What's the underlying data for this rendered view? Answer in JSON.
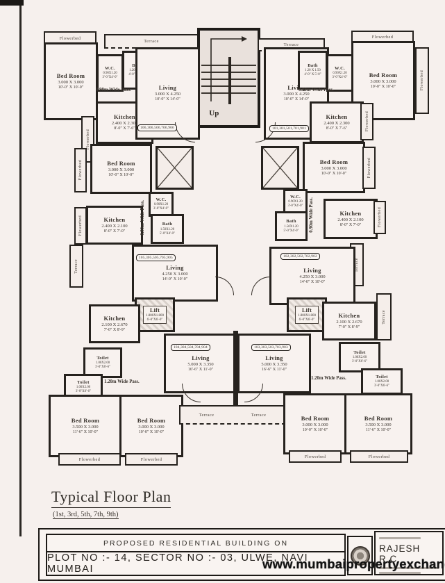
{
  "scan": {
    "watermark": "www.mumbaipropertyexchange.com"
  },
  "titles": {
    "plan_title": "Typical Floor Plan",
    "plan_floors": "(1st, 3rd, 5th, 7th, 9th)"
  },
  "title_block": {
    "line1": "PROPOSED RESIDENTIAL BUILDING ON",
    "line2": "PLOT NO :- 14, SECTOR NO :- 03, ULWE, NAVI MUMBAI",
    "firm": "RAJESH R.C."
  },
  "labels": {
    "flowerbed": "Flowerbed",
    "terrace": "Terrace",
    "pass090": "0.90m Wide Pass.",
    "pass120": "1.20m Wide Pass.",
    "up": "Up"
  },
  "rooms": {
    "bed10": {
      "name": "Bed Room",
      "m": "3.000 X 3.000",
      "ft": "10'-0\" X 10'-0\""
    },
    "bed11": {
      "name": "Bed Room",
      "m": "3.500 X 3.000",
      "ft": "11'-6\" X 10'-0\""
    },
    "wc": {
      "name": "W.C.",
      "m": "0.90X1.20",
      "ft": "3'-0\"X4'-0\""
    },
    "bath_top": {
      "name": "Bath",
      "m": "1.20 X 1.50",
      "ft": "4'-0\" X 5'-0\""
    },
    "bath_mid": {
      "name": "Bath",
      "m": "1.50X1.20",
      "ft": "5'-0\"X4'-0\""
    },
    "kitchen_top": {
      "name": "Kitchen",
      "m": "2.400 X 2.300",
      "ft": "8'-0\" X 7'-6\""
    },
    "kitchen_mid": {
      "name": "Kitchen",
      "m": "2.400 X 2.100",
      "ft": "8'-0\" X 7'-0\""
    },
    "kitchen_low": {
      "name": "Kitchen",
      "m": "2.100 X 2.670",
      "ft": "7'-0\" X 8'-9\""
    },
    "living_top": {
      "name": "Living",
      "m": "3.000 X 4.250",
      "ft": "10'-0\" X 14'-0\""
    },
    "living_mid": {
      "name": "Living",
      "m": "4.250 X 3.000",
      "ft": "14'-0\" X 10'-0\""
    },
    "living_low": {
      "name": "Living",
      "m": "5.000 X 3.350",
      "ft": "16'-6\" X 11'-0\""
    },
    "lift": {
      "name": "Lift",
      "m": "1.800X1.800",
      "ft": "6'-0\"X6'-0\""
    },
    "toilet": {
      "name": "Toilet",
      "m": "1.00X2.00",
      "ft": "3'-0\"X6'-6\""
    }
  },
  "flat_nos": {
    "f1": "101,301,501,701,901",
    "f2": "102,302,502,702,902",
    "f3": "103,303,503,703,903",
    "f4": "104,304,504,704,904",
    "f5": "105,305,505,705,905",
    "f6": "106,306,506,706,906"
  }
}
